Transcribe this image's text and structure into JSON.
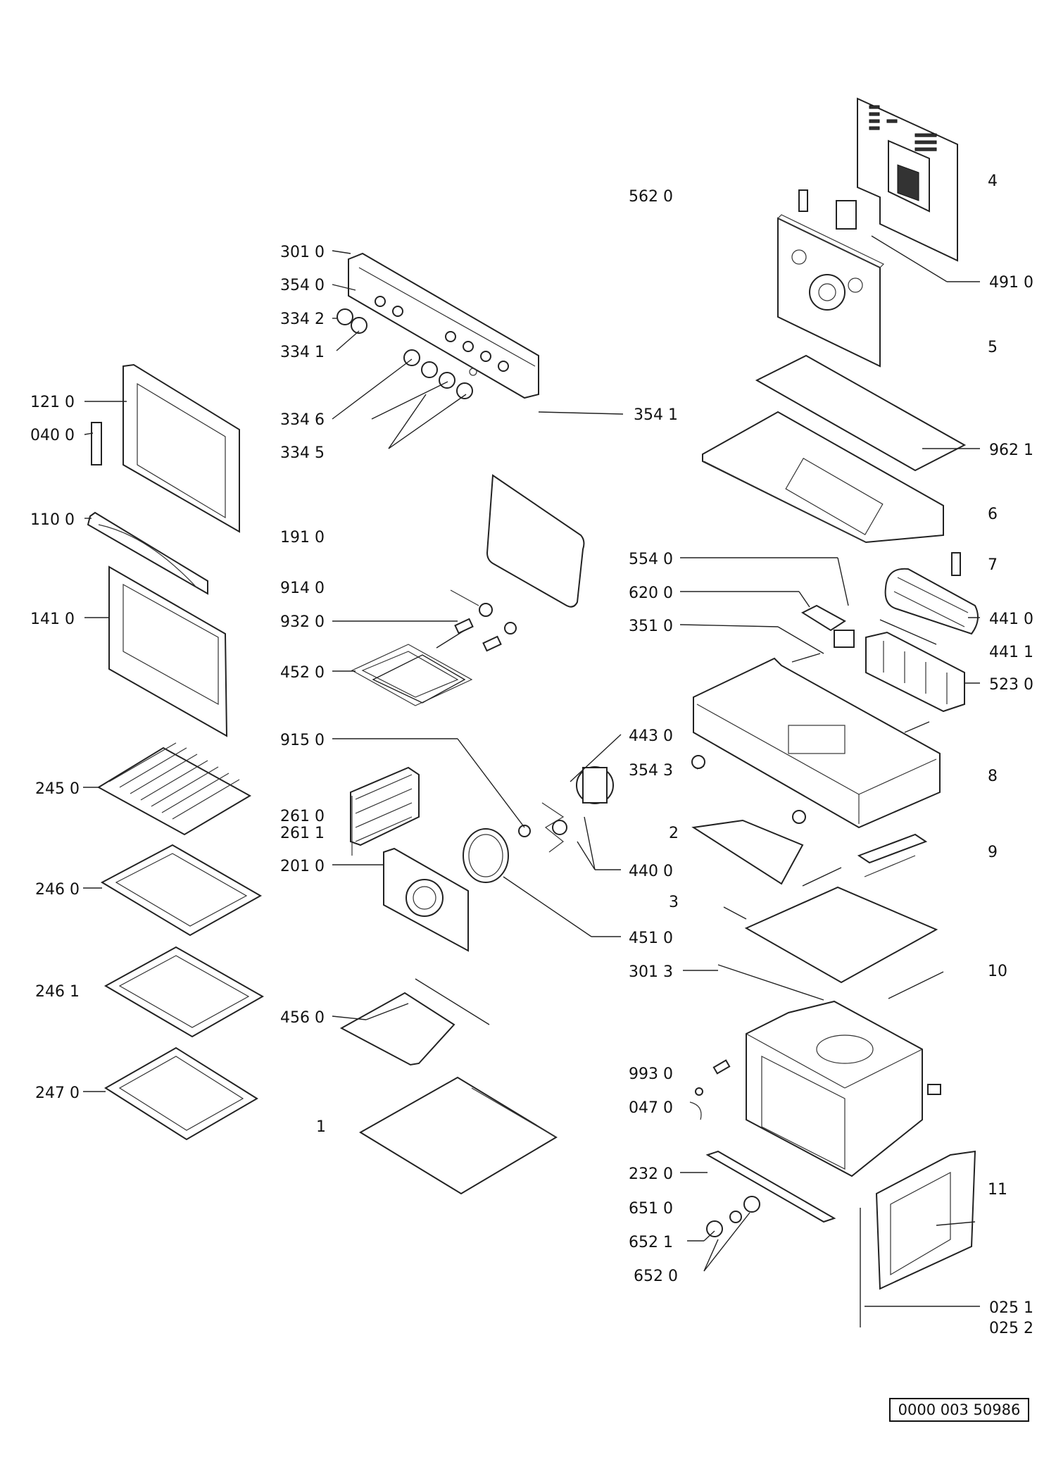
{
  "labels": {
    "l5620": "562 0",
    "l3010": "301 0",
    "l3540": "354 0",
    "l3342": "334 2",
    "l3341": "334 1",
    "l1210": "121 0",
    "l0400": "040 0",
    "l3346": "334 6",
    "l3345": "334 5",
    "l3541": "354 1",
    "l4910": "491 0",
    "l9621": "962 1",
    "l1100": "110 0",
    "l1910": "191 0",
    "l9140": "914 0",
    "l9320": "932 0",
    "l1410": "141 0",
    "l4520": "452 0",
    "l5540": "554 0",
    "l6200": "620 0",
    "l3510": "351 0",
    "l4410": "441 0",
    "l4411": "441 1",
    "l5230": "523 0",
    "l9150": "915 0",
    "l4430": "443 0",
    "l3543": "354 3",
    "l2450": "245 0",
    "l2610": "261 0",
    "l2611": "261 1",
    "l2010": "201 0",
    "l4400": "440 0",
    "l2460": "246 0",
    "l4510": "451 0",
    "l3013": "301 3",
    "l2461": "246 1",
    "l4560": "456 0",
    "l2470": "247 0",
    "l9930": "993 0",
    "l0470": "047 0",
    "l2320": "232 0",
    "l6510": "651 0",
    "l6521": "652 1",
    "l6520": "652 0",
    "l0251": "025 1",
    "l0252": "025 2",
    "n1": "1",
    "n2": "2",
    "n3": "3",
    "n4": "4",
    "n5": "5",
    "n6": "6",
    "n7": "7",
    "n8": "8",
    "n9": "9",
    "n10": "10",
    "n11": "11"
  },
  "document_number": "0000 003 50986"
}
